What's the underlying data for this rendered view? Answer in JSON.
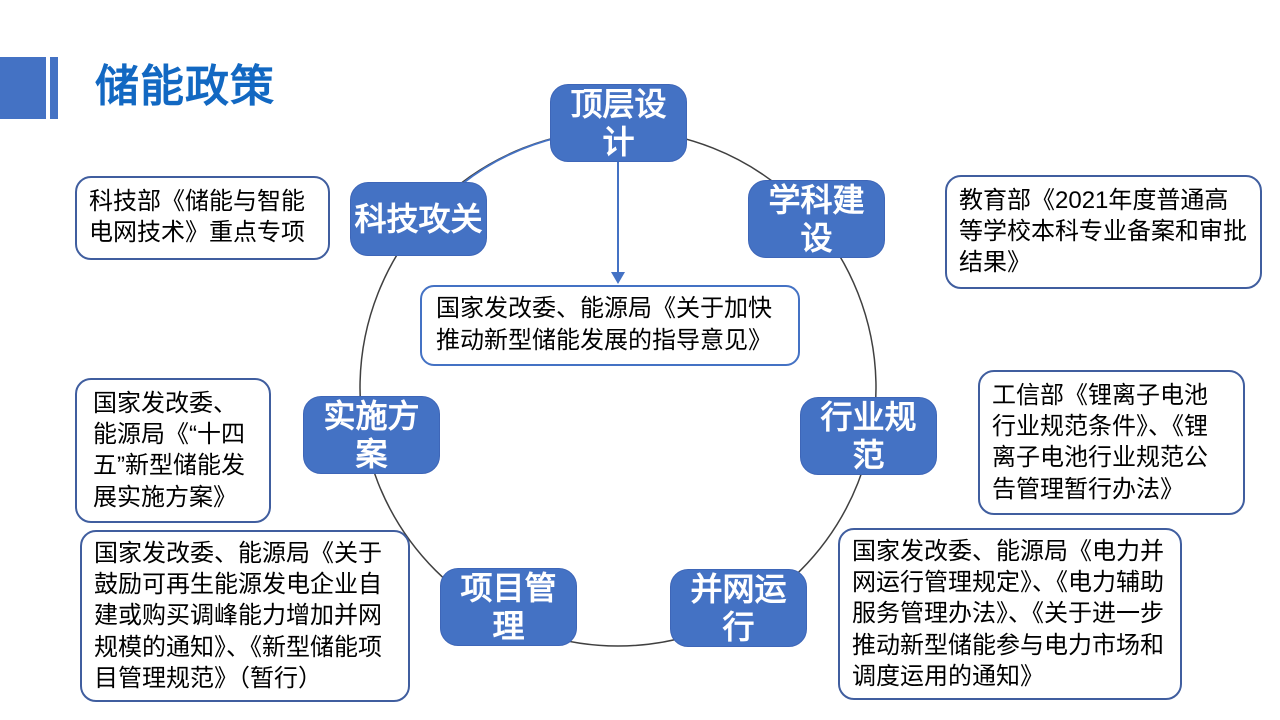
{
  "slide": {
    "title": "储能政策"
  },
  "colors": {
    "accent_title": "#1268c2",
    "node_fill": "#4472c4",
    "callout_border": "#405e9f",
    "circle_stroke": "#404040",
    "arrow": "#4472c4"
  },
  "diagram": {
    "center_note": "国家发改委、能源局《关于加快推动新型储能发展的指导意见》",
    "nodes": [
      {
        "label": "顶层设计"
      },
      {
        "label": "学科建设"
      },
      {
        "label": "行业规范"
      },
      {
        "label": "并网运行"
      },
      {
        "label": "项目管理"
      },
      {
        "label": "实施方案"
      },
      {
        "label": "科技攻关"
      }
    ],
    "callouts": [
      {
        "topic": "科技攻关",
        "text": "科技部《储能与智能电网技术》重点专项"
      },
      {
        "topic": "学科建设",
        "text": "教育部《2021年度普通高等学校本科专业备案和审批结果》"
      },
      {
        "topic": "实施方案",
        "text": "国家发改委、能源局《“十四五”新型储能发展实施方案》"
      },
      {
        "topic": "行业规范",
        "text": "工信部《锂离子电池行业规范条件》、《锂离子电池行业规范公告管理暂行办法》"
      },
      {
        "topic": "项目管理",
        "text": "国家发改委、能源局《关于鼓励可再生能源发电企业自建或购买调峰能力增加并网规模的通知》、《新型储能项目管理规范》（暂行）"
      },
      {
        "topic": "并网运行",
        "text": "国家发改委、能源局《电力并网运行管理规定》、《电力辅助服务管理办法》、《关于进一步推动新型储能参与电力市场和调度运用的通知》"
      }
    ]
  }
}
